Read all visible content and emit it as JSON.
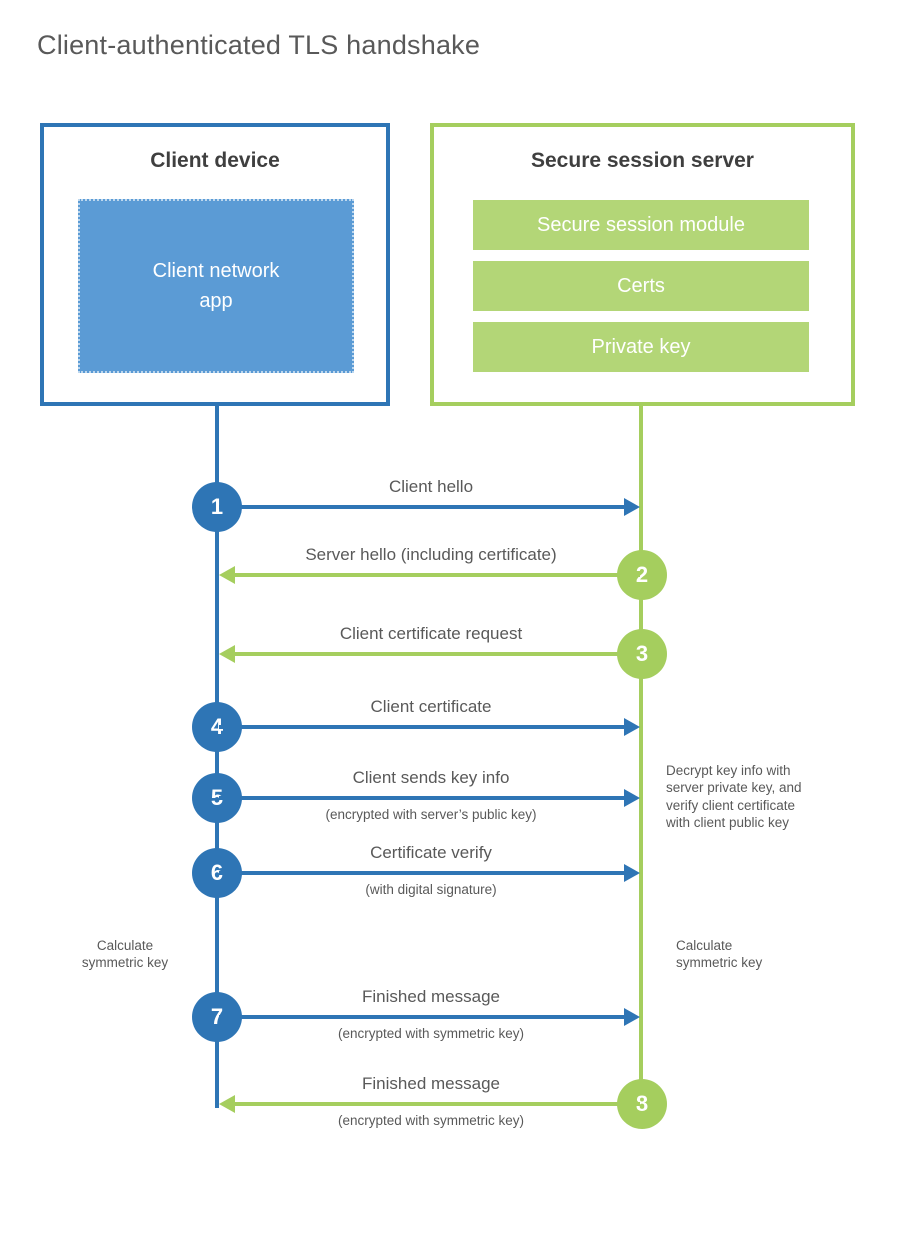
{
  "title": "Client-authenticated TLS handshake",
  "colors": {
    "blue": "#2e75b5",
    "light_blue": "#5b9bd5",
    "green": "#a5ce5e",
    "green_bar": "#b3d677",
    "text": "#595959",
    "heading": "#3f3f3f"
  },
  "client_box": {
    "title": "Client device",
    "app_label": "Client network\napp"
  },
  "server_box": {
    "title": "Secure session server",
    "modules": [
      "Secure session module",
      "Certs",
      "Private key"
    ]
  },
  "steps": [
    {
      "num": "1",
      "from": "client",
      "label": "Client hello",
      "sublabel": ""
    },
    {
      "num": "2",
      "from": "server",
      "label": "Server hello (including certificate)",
      "sublabel": ""
    },
    {
      "num": "3",
      "from": "server",
      "label": "Client certificate request",
      "sublabel": ""
    },
    {
      "num": "4",
      "from": "client",
      "label": "Client certificate",
      "sublabel": ""
    },
    {
      "num": "5",
      "from": "client",
      "label": "Client sends key info",
      "sublabel": "(encrypted with server’s public key)"
    },
    {
      "num": "6",
      "from": "client",
      "label": "Certificate verify",
      "sublabel": "(with digital signature)"
    },
    {
      "num": "7",
      "from": "client",
      "label": "Finished message",
      "sublabel": "(encrypted with symmetric key)"
    },
    {
      "num": "8",
      "from": "server",
      "label": "Finished message",
      "sublabel": "(encrypted with symmetric key)"
    }
  ],
  "notes": {
    "decrypt": "Decrypt key info with\nserver private key, and\nverify client certificate\nwith client public key",
    "calc_left": "Calculate\nsymmetric key",
    "calc_right": "Calculate\nsymmetric key"
  }
}
